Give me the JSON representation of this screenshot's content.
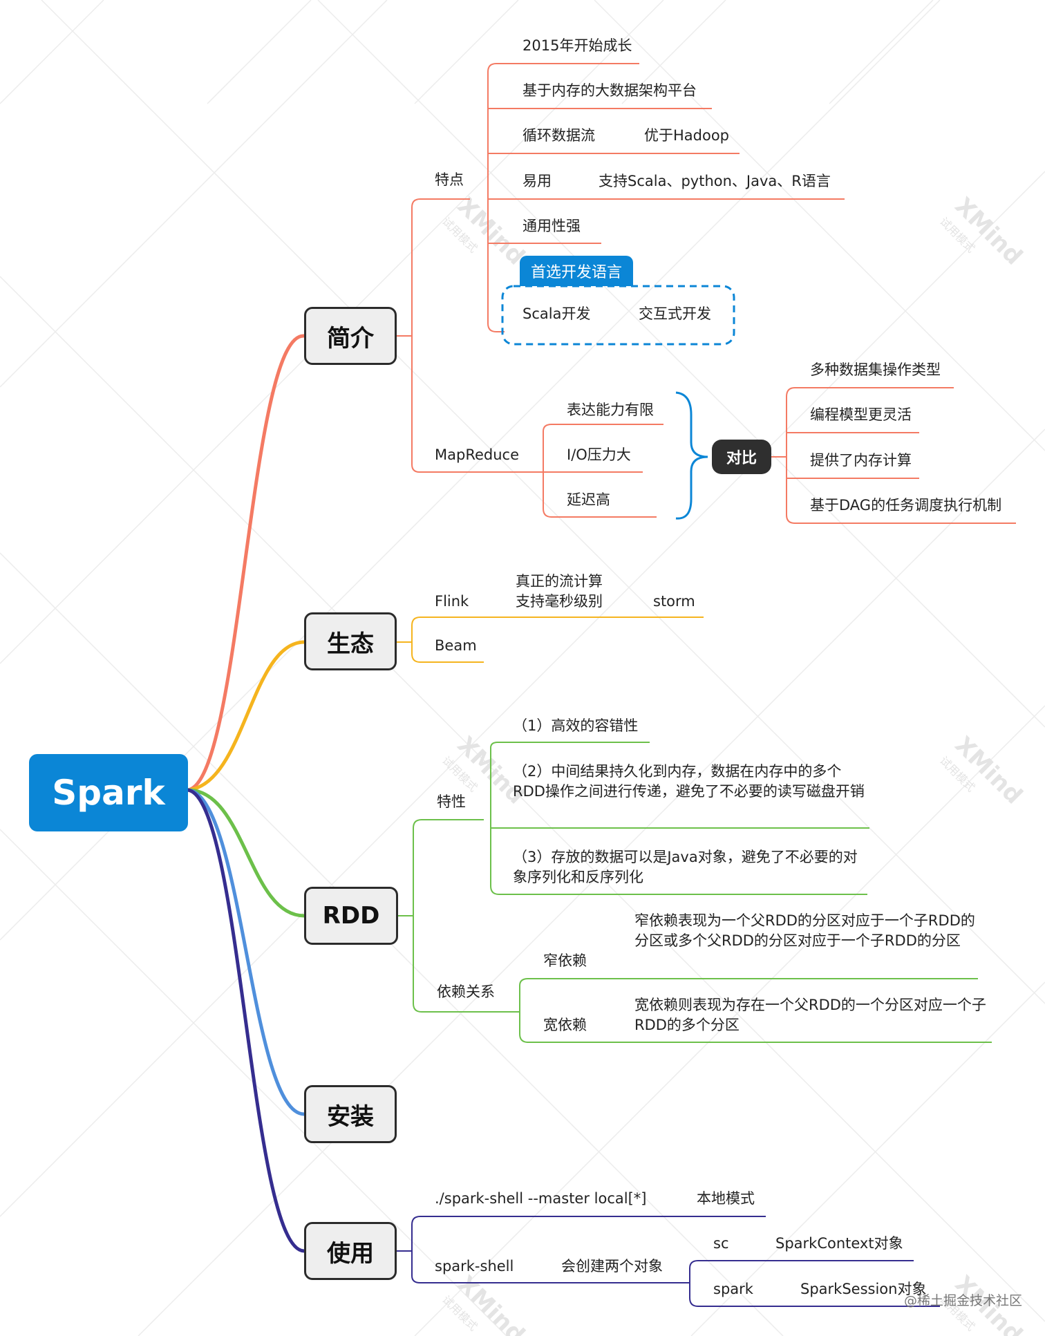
{
  "root": "Spark",
  "topics": {
    "intro": "简介",
    "eco": "生态",
    "rdd": "RDD",
    "install": "安装",
    "use": "使用"
  },
  "intro": {
    "features_label": "特点",
    "f1": "2015年开始成长",
    "f2": "基于内存的大数据架构平台",
    "f3": "循环数据流",
    "f3b": "优于Hadoop",
    "f4": "易用",
    "f4b": "支持Scala、python、Java、R语言",
    "f5": "通用性强",
    "lang_title": "首选开发语言",
    "lang1": "Scala开发",
    "lang2": "交互式开发",
    "mr_label": "MapReduce",
    "mr1": "表达能力有限",
    "mr2": "I/O压力大",
    "mr3": "延迟高",
    "compare": "对比",
    "c1": "多种数据集操作类型",
    "c2": "编程模型更灵活",
    "c3": "提供了内存计算",
    "c4": "基于DAG的任务调度执行机制"
  },
  "eco": {
    "flink": "Flink",
    "flink_note1": "真正的流计算",
    "flink_note2": "支持毫秒级别",
    "storm": "storm",
    "beam": "Beam"
  },
  "rdd": {
    "props_label": "特性",
    "p1": "（1）高效的容错性",
    "p2": "（2）中间结果持久化到内存，数据在内存中的多个RDD操作之间进行传递，避免了不必要的读写磁盘开销",
    "p3": "（3）存放的数据可以是Java对象，避免了不必要的对象序列化和反序列化",
    "dep_label": "依赖关系",
    "narrow": "窄依赖",
    "narrow_desc": "窄依赖表现为一个父RDD的分区对应于一个子RDD的分区或多个父RDD的分区对应于一个子RDD的分区",
    "wide": "宽依赖",
    "wide_desc": "宽依赖则表现为存在一个父RDD的一个分区对应一个子RDD的多个分区"
  },
  "use": {
    "cmd1": "./spark-shell --master local[*]",
    "cmd1_note": "本地模式",
    "cmd2": "spark-shell",
    "cmd2_note": "会创建两个对象",
    "sc": "sc",
    "sc_desc": "SparkContext对象",
    "spark": "spark",
    "spark_desc": "SparkSession对象"
  },
  "footer": "@稀土掘金技术社区",
  "watermark_brand": "XMind",
  "watermark_sub": "试用模式",
  "colors": {
    "intro": "#f47a63",
    "eco": "#f5b41e",
    "rdd": "#6cc04a",
    "install": "#4f8fdc",
    "use": "#352d8f",
    "accent": "#0b86d6"
  }
}
